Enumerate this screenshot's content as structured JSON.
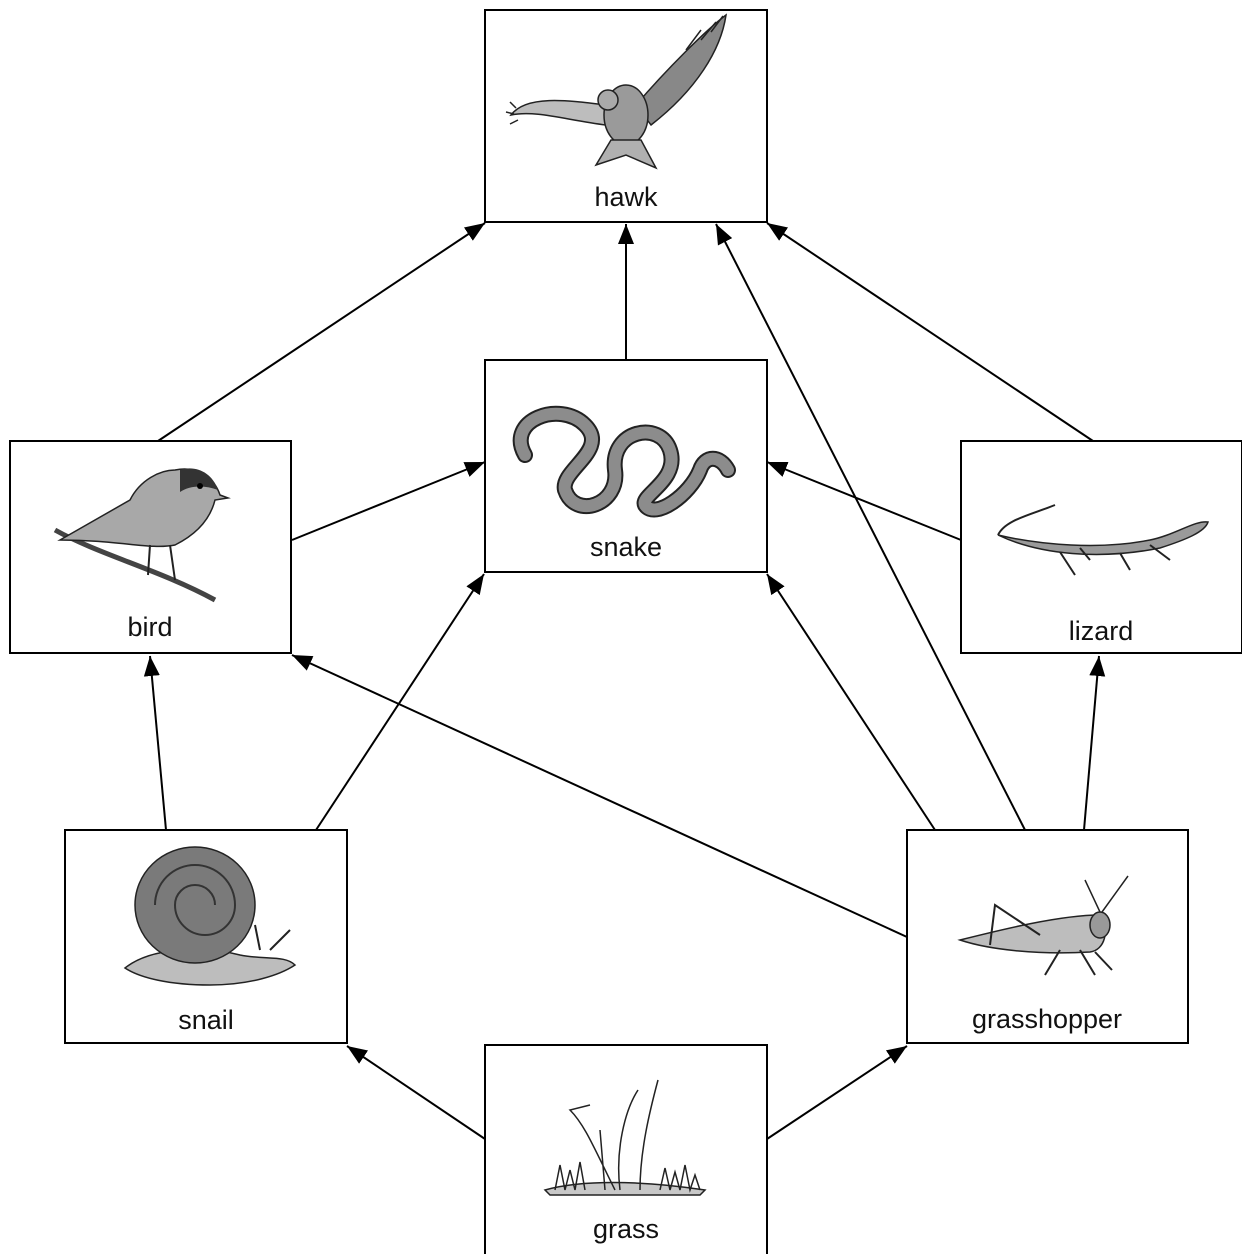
{
  "diagram": {
    "organisms": {
      "hawk": {
        "label": "hawk",
        "icon": "hawk-icon"
      },
      "snake": {
        "label": "snake",
        "icon": "snake-icon"
      },
      "bird": {
        "label": "bird",
        "icon": "bird-icon"
      },
      "lizard": {
        "label": "lizard",
        "icon": "lizard-icon"
      },
      "snail": {
        "label": "snail",
        "icon": "snail-icon"
      },
      "grasshopper": {
        "label": "grasshopper",
        "icon": "grasshopper-icon"
      },
      "grass": {
        "label": "grass",
        "icon": "grass-icon"
      }
    },
    "arrows": [
      {
        "from": "grass",
        "to": "snail"
      },
      {
        "from": "grass",
        "to": "grasshopper"
      },
      {
        "from": "snail",
        "to": "bird"
      },
      {
        "from": "snail",
        "to": "snake"
      },
      {
        "from": "grasshopper",
        "to": "bird"
      },
      {
        "from": "grasshopper",
        "to": "snake"
      },
      {
        "from": "grasshopper",
        "to": "hawk"
      },
      {
        "from": "grasshopper",
        "to": "lizard"
      },
      {
        "from": "bird",
        "to": "hawk"
      },
      {
        "from": "bird",
        "to": "snake"
      },
      {
        "from": "lizard",
        "to": "snake"
      },
      {
        "from": "lizard",
        "to": "hawk"
      },
      {
        "from": "snake",
        "to": "hawk"
      }
    ],
    "colors": {
      "line": "#000000",
      "box_border": "#000000",
      "illustration": "#777777"
    }
  }
}
